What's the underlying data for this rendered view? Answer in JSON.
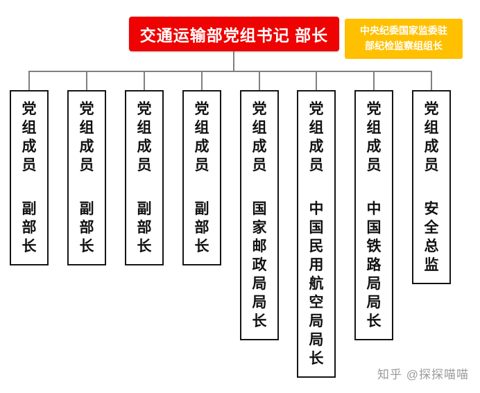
{
  "header": {
    "title": "交通运输部党组书记 部长",
    "bg_color": "#ee0202",
    "text_color": "#ffffff"
  },
  "side_note": {
    "line1": "中央纪委国家监委驻",
    "line2": "部纪检监察组组长",
    "bg_color": "#ffc000",
    "text_color": "#ffffff"
  },
  "connector_color": "#7f7f7f",
  "members": [
    {
      "member": "党组成员",
      "role": "副部长"
    },
    {
      "member": "党组成员",
      "role": "副部长"
    },
    {
      "member": "党组成员",
      "role": "副部长"
    },
    {
      "member": "党组成员",
      "role": "副部长"
    },
    {
      "member": "党组成员",
      "role": "国家邮政局局长"
    },
    {
      "member": "党组成员",
      "role": "中国民用航空局局长"
    },
    {
      "member": "党组成员",
      "role": "中国铁路局局长"
    },
    {
      "member": "党组成员",
      "role": "安全总监"
    }
  ],
  "watermark": {
    "text": "知乎 @探探喵喵"
  }
}
